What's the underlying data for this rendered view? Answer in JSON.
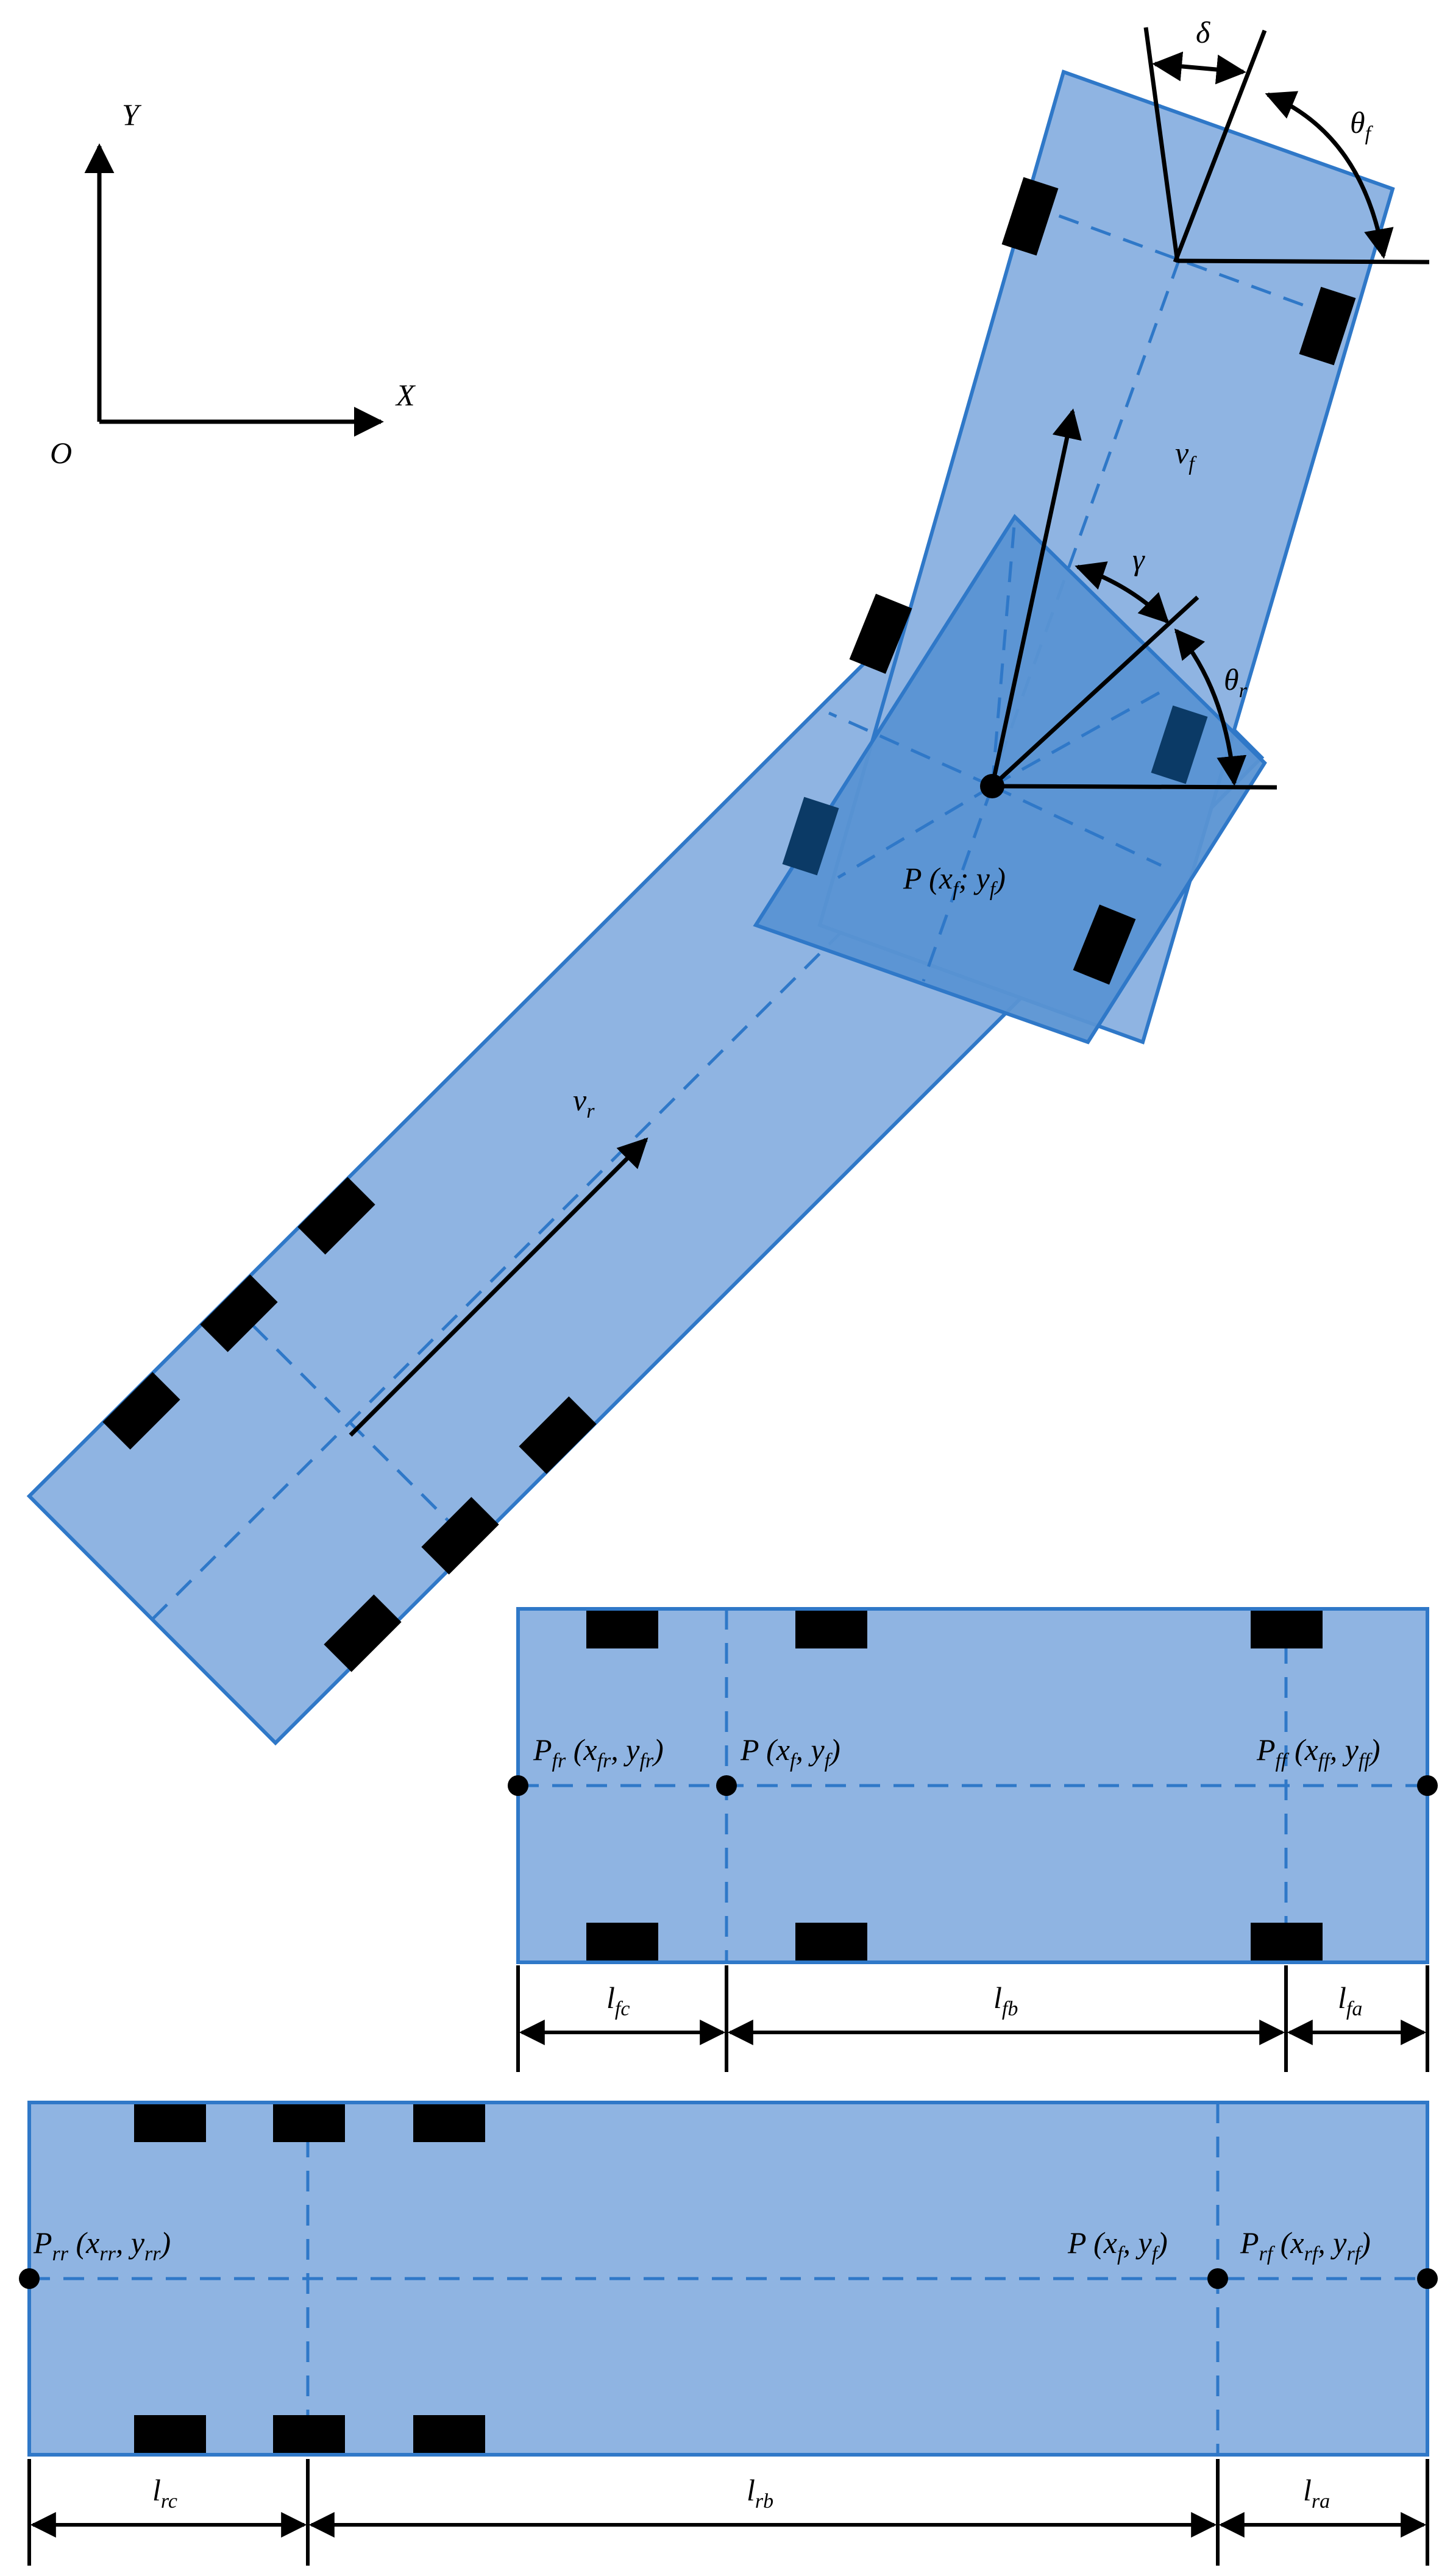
{
  "axes": {
    "x_label": "X",
    "y_label": "Y",
    "origin_label": "O"
  },
  "angles": {
    "delta": "δ",
    "theta_f": "θ",
    "theta_f_sub": "f",
    "gamma": "γ",
    "theta_r": "θ",
    "theta_r_sub": "r"
  },
  "velocities": {
    "vf": "v",
    "vf_sub": "f",
    "vr": "v",
    "vr_sub": "r"
  },
  "top_point": {
    "label": "P (x",
    "sub1": "f",
    "mid": "; y",
    "sub2": "f",
    "end": ")"
  },
  "front_unit": {
    "p_fr": {
      "p": "P",
      "ps": "fr",
      "a": " (x",
      "as": "fr",
      "b": ", y",
      "bs": "fr",
      "c": ")"
    },
    "p_center": {
      "p": "P (x",
      "ps": "f",
      "a": ", y",
      "as": "f",
      "c": ")"
    },
    "p_ff": {
      "p": "P",
      "ps": "ff",
      "a": " (x",
      "as": "ff",
      "b": ", y",
      "bs": "ff",
      "c": ")"
    },
    "dims": [
      {
        "l": "l",
        "sub": "fc"
      },
      {
        "l": "l",
        "sub": "fb"
      },
      {
        "l": "l",
        "sub": "fa"
      }
    ]
  },
  "rear_unit": {
    "p_rr": {
      "p": "P",
      "ps": "rr",
      "a": " (x",
      "as": "rr",
      "b": ", y",
      "bs": "rr",
      "c": ")"
    },
    "p_center": {
      "p": "P (x",
      "ps": "f",
      "a": ", y",
      "as": "f",
      "c": ")"
    },
    "p_rf": {
      "p": "P",
      "ps": "rf",
      "a": " (x",
      "as": "rf",
      "b": ", y",
      "bs": "rf",
      "c": ")"
    },
    "dims": [
      {
        "l": "l",
        "sub": "rc"
      },
      {
        "l": "l",
        "sub": "rb"
      },
      {
        "l": "l",
        "sub": "ra"
      }
    ]
  },
  "colors": {
    "body": "#8FB4E2",
    "joint": "#5A93D3",
    "outline": "#2F78C8"
  }
}
